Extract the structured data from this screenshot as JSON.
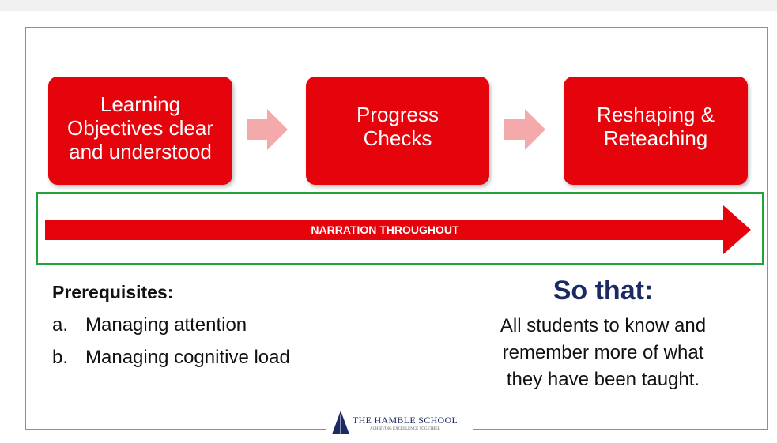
{
  "steps": [
    {
      "label": "Learning\nObjectives clear\nand understood"
    },
    {
      "label": "Progress\nChecks"
    },
    {
      "label": "Reshaping &\nReteaching"
    }
  ],
  "narration": {
    "label": "NARRATION THROUGHOUT"
  },
  "prerequisites": {
    "title": "Prerequisites:",
    "items": [
      {
        "marker": "a.",
        "text": "Managing attention"
      },
      {
        "marker": "b.",
        "text": "Managing cognitive load"
      }
    ]
  },
  "so_that": {
    "title": "So that:",
    "body": "All students to know and\nremember more of what\nthey have been taught."
  },
  "logo": {
    "name": "THE HAMBLE SCHOOL",
    "tagline": "ACHIEVING EXCELLENCE TOGETHER"
  },
  "colors": {
    "step_red": "#e6040c",
    "arrow_pink": "#f4a9ab",
    "narration_border": "#22a33a",
    "so_that_navy": "#1a2a62"
  }
}
